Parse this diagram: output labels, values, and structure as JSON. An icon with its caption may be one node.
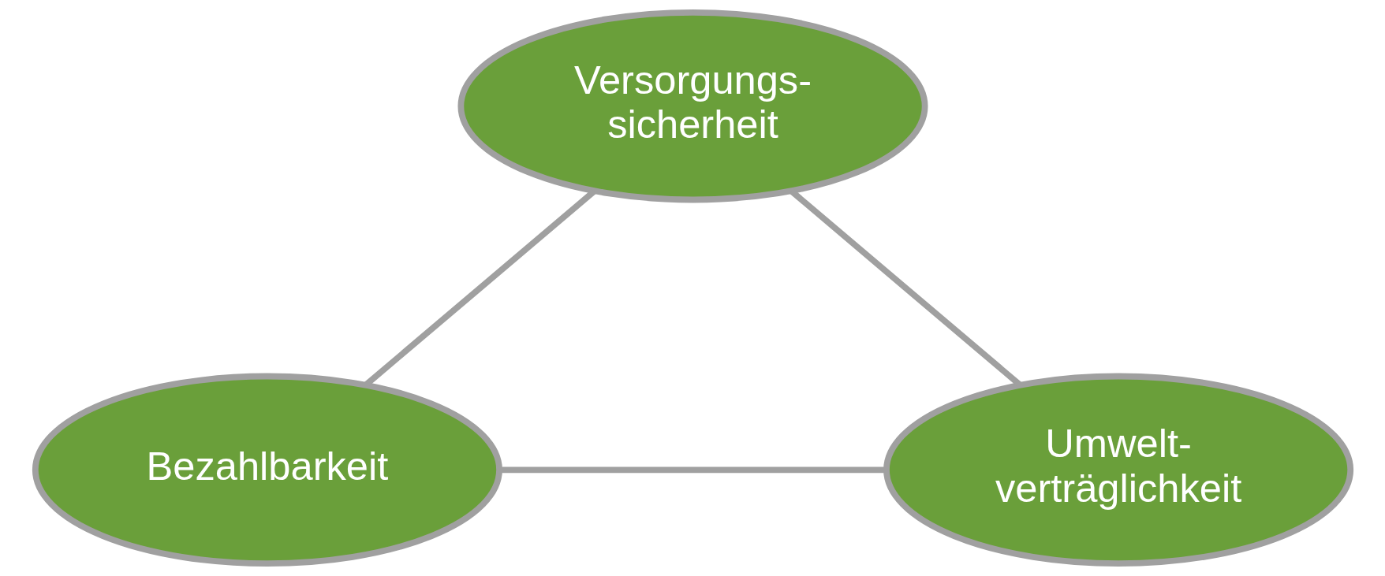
{
  "diagram": {
    "nodes": [
      {
        "text": [
          "Versorgungs- sicherheit"
        ]
      },
      {
        "text": [
          "Bezahlbarkeit"
        ]
      },
      {
        "text": [
          "Umwelt- verträglichkeit"
        ]
      }
    ],
    "edges": [
      {
        "from": 0,
        "to": 1,
        "arrow": "none"
      },
      {
        "from": 0,
        "to": 2,
        "arrow": "none"
      },
      {
        "from": 1,
        "to": 2,
        "arrow": "none"
      }
    ]
  }
}
